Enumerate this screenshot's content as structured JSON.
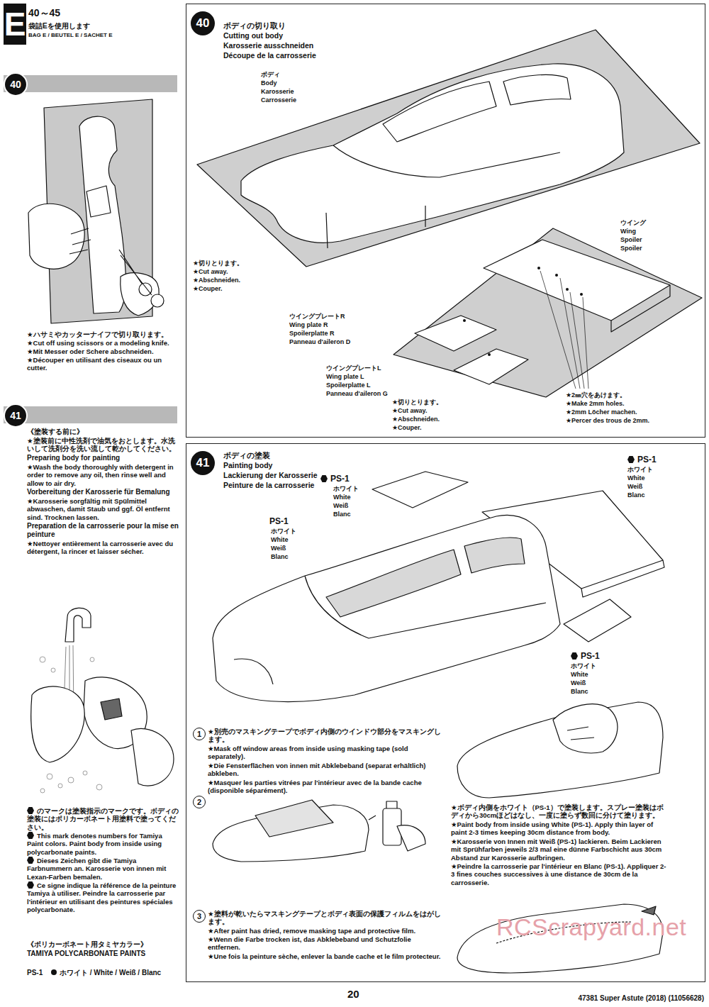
{
  "diagram": {
    "nodes": [
      {
        "text": [
          "E"
        ]
      },
      {
        "text": [
          "40"
        ]
      },
      {
        "text": [
          "41"
        ]
      },
      {
        "text": [
          "40"
        ]
      },
      {
        "text": [
          "41"
        ]
      }
    ],
    "labels": [
      "40～45",
      "袋詰Eを使用します",
      "BAG E / BEUTEL E / SACHET E",
      "★ハサミやカッターナイフで切り取ります。",
      "★Cut off using scissors or a modeling knife.",
      "★Mit Messer oder Schere abschneiden.",
      "★Découper en utilisant des ciseaux ou un cutter.",
      "《塗装する前に》",
      "★塗装前に中性洗剤で油気をおとします。水洗いして洗剤分を洗い流して乾かしてください。",
      "Preparing body for painting",
      "★Wash the body thoroughly with detergent in order to remove any oil, then rinse well and allow to air dry.",
      "Vorbereitung der Karosserie für Bemalung",
      "★Karosserie sorgfältig mit Spülmittel abwaschen, damit Staub und ggf. Öl entfernt sind. Trocknen lassen.",
      "Preparation de la carrosserie pour la mise en peinture",
      "★Nettoyer entièrement la carrosserie avec du détergent, la rincer et laisser sécher.",
      "のマークは塗装指示のマークです。ボディの塗装にはポリカーボネート用塗料で塗ってください。",
      "This mark denotes numbers for Tamiya Paint colors. Paint body from inside using polycarbonate paints.",
      "Dieses Zeichen gibt die Tamiya Farbnummern an. Karosserie von innen mit Lexan-Farben bemalen.",
      "Ce signe indique la référence de la peinture Tamiya à utiliser. Peindre la carrosserie par l'intérieur en utilisant des peintures spéciales polycarbonate.",
      "《ポリカーボネート用タミヤカラー》",
      "TAMIYA POLYCARBONATE PAINTS",
      "PS-1",
      "ホワイト / White / Weiß / Blanc",
      "ボディの切り取り",
      "Cutting out body",
      "Karosserie ausschneiden",
      "Découpe de la carrosserie",
      "ボディ",
      "Body",
      "Karosserie",
      "Carrosserie",
      "★切りとります。",
      "★Cut away.",
      "★Abschneiden.",
      "★Couper.",
      "ウイング",
      "Wing",
      "Spoiler",
      "Spoiler",
      "ウイングプレートR",
      "Wing plate R",
      "Spoilerplatte R",
      "Panneau d'aileron D",
      "ウイングプレートL",
      "Wing plate L",
      "Spoilerplatte L",
      "Panneau d'aileron G",
      "★切りとります。",
      "★Cut away.",
      "★Abschneiden.",
      "★Couper.",
      "★2㎜穴をあけます。",
      "★Make 2mm holes.",
      "★2mm Löcher machen.",
      "★Percer des trous de 2mm.",
      "ボディの塗装",
      "Painting body",
      "Lackierung der Karosserie",
      "Peinture de la carrosserie",
      "PS-1",
      "ホワイト",
      "White",
      "Weiß",
      "Blanc",
      "PS-1",
      "ホワイト",
      "White",
      "Weiß",
      "Blanc",
      "PS-1",
      "ホワイト",
      "White",
      "Weiß",
      "Blanc",
      "PS-1",
      "ホワイト",
      "White",
      "Weiß",
      "Blanc",
      "1",
      "★別売のマスキングテープでボディ内側のウインドウ部分をマスキングします。",
      "★Mask off window areas from inside using masking tape (sold separately).",
      "★Die Fensterflächen von innen mit Abklebeband (separat erhältlich) abkleben.",
      "★Masquer les parties vitrées par l'intérieur avec de la bande cache (disponible séparément).",
      "2",
      "3",
      "★塗料が乾いたらマスキングテープとボディ表面の保護フィルムをはがします。",
      "★After paint has dried, remove masking tape and protective film.",
      "★Wenn die Farbe trocken ist, das Abklebeband und Schutzfolie entfernen.",
      "★Une fois la peinture sèche, enlever la bande cache et le film protecteur.",
      "★ボディ内側をホワイト（PS-1）で塗装します。スプレー塗装はボディから30cmほどはなし、一度に塗らず数回に分けて塗ります。",
      "★Paint body from inside using White (PS-1). Apply thin layer of paint 2-3 times keeping 30cm distance from body.",
      "★Karosserie von Innen mit Weiß (PS-1) lackieren. Beim Lackieren mit Sprühfarben jeweils 2/3 mal eine dünne Farbschicht aus 30cm Abstand zur Karosserie aufbringen.",
      "★Peindre la carrosserie par l'intérieur en Blanc (PS-1). Appliquer 2-3 fines couches successives à une distance de 30cm de la carrosserie.",
      "20",
      "47381 Super Astute (2018) (11056628)",
      "RCScrapyard.net"
    ]
  }
}
